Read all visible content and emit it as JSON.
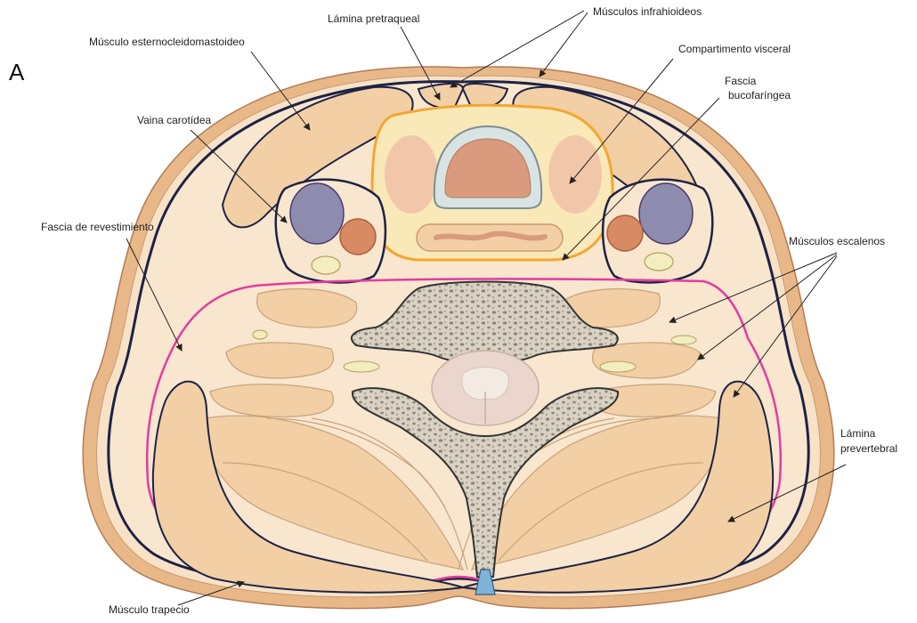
{
  "figure": {
    "panel_letter": "A",
    "labels": {
      "esternocleidomastoideo": "Músculo esternocleidomastoideo",
      "lamina_pretraqueal": "Lámina pretraqueal",
      "infrahioideos": "Músculos infrahioideos",
      "compartimento_visceral": "Compartimento visceral",
      "fascia_bucofaringea_1": "Fascia",
      "fascia_bucofaringea_2": "bucofaríngea",
      "vaina_carotidea": "Vaina carotídea",
      "fascia_revestimiento": "Fascia de revestimiento",
      "escalenos": "Músculos escalenos",
      "lamina_prevertebral_1": "Lámina",
      "lamina_prevertebral_2": "prevertebral",
      "trapecio": "Músculo trapecio"
    }
  },
  "colors": {
    "muscle": "#f2cfa5",
    "muscle_stroke": "#c9a27a",
    "skin": "#e9b889",
    "subcutis": "#f7e2c8",
    "investing_fascia": "#1d2345",
    "pretracheal": "#f2a733",
    "visceral_fill": "#f9e8b8",
    "prevertebral": "#e23ca0",
    "trachea": "#d99a7e",
    "carotid_sheath": "#4a3a6a",
    "jugular": "#8e8cae",
    "carotid": "#d88a62",
    "bone": "#d9d2c4",
    "bone_dots": "#8d8674",
    "cord": "#ead6cc"
  }
}
